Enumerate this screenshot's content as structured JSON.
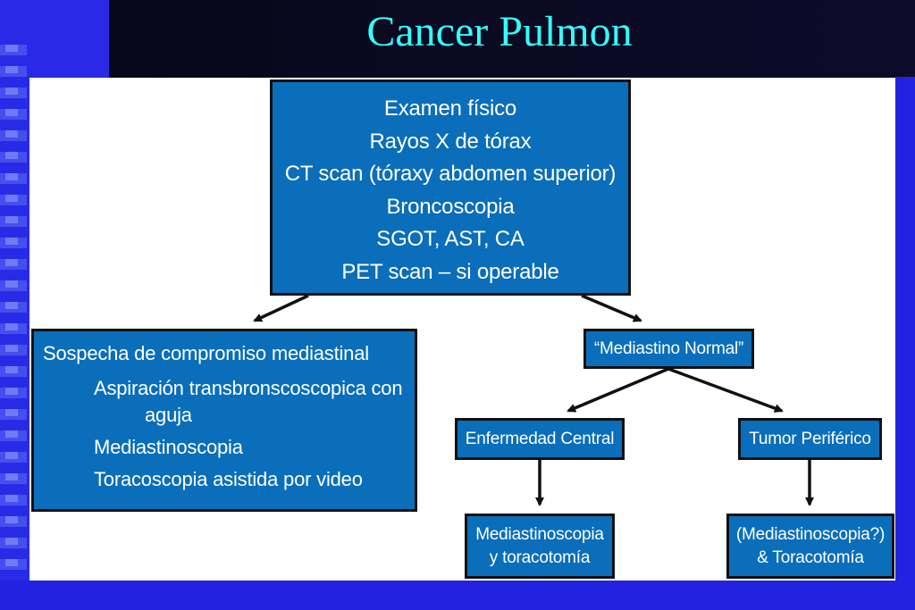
{
  "slide": {
    "title": "Cancer Pulmon"
  },
  "diagram": {
    "top_box": {
      "lines": [
        "Examen físico",
        "Rayos X de tórax",
        "CT scan (tóraxy abdomen superior)",
        "Broncoscopia",
        "SGOT, AST, CA",
        "PET scan – si operable"
      ]
    },
    "left_box": {
      "heading": "Sospecha de compromiso mediastinal",
      "item1_line1": "Aspiración transbronscoscopica con",
      "item1_line2": "aguja",
      "item2": "Mediastinoscopia",
      "item3": "Toracoscopia asistida por video"
    },
    "mediastino_normal": "“Mediastino Normal”",
    "enfermedad_central": "Enfermedad Central",
    "tumor_periferico": "Tumor Periférico",
    "outcome_central": {
      "line1": "Mediastinoscopia",
      "line2": "y toracotomía"
    },
    "outcome_periferico": {
      "line1": "(Mediastinoscopia?)",
      "line2": "& Toracotomía"
    },
    "colors": {
      "box_fill": "#0a6eba",
      "box_border": "#111111",
      "title": "#33ffff",
      "slide_blue": "#2222e0"
    }
  }
}
